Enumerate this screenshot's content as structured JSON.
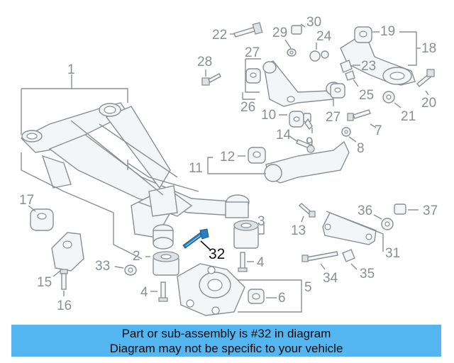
{
  "banner": {
    "line1": "Part or sub-assembly is #32 in diagram",
    "line2": "Diagram may not be specific to your vehicle",
    "background_color": "#54b6f0"
  },
  "diagram": {
    "highlighted_callout": "32",
    "callouts": [
      "1",
      "2",
      "3",
      "4",
      "4",
      "5",
      "6",
      "7",
      "8",
      "9",
      "10",
      "11",
      "12",
      "13",
      "14",
      "15",
      "16",
      "17",
      "18",
      "19",
      "20",
      "21",
      "22",
      "23",
      "24",
      "25",
      "26",
      "27",
      "27",
      "28",
      "29",
      "30",
      "31",
      "32",
      "33",
      "34",
      "35",
      "36",
      "37"
    ]
  }
}
